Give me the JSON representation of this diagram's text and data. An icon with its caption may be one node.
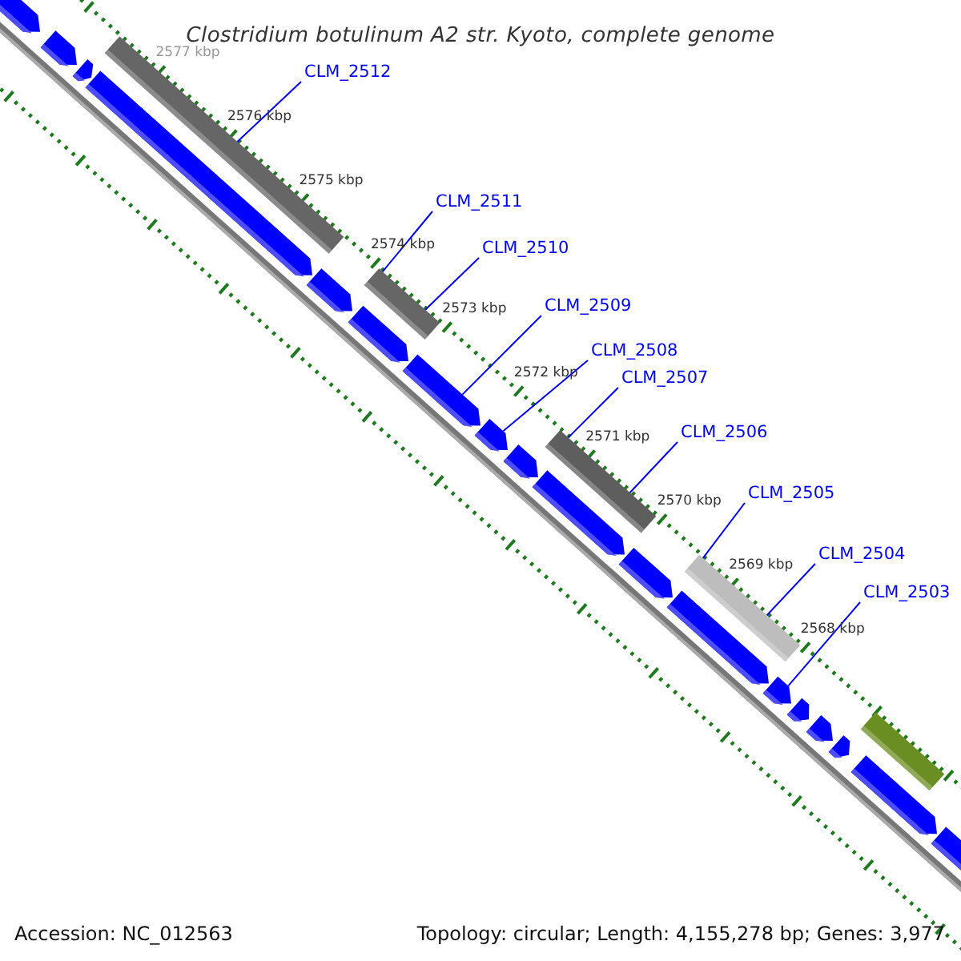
{
  "diagram": {
    "title": "Clostridium botulinum A2 str. Kyoto, complete genome",
    "nodes": [
      {
        "text": [
          "CLM_2512"
        ]
      },
      {
        "text": [
          "CLM_2511"
        ]
      },
      {
        "text": [
          "CLM_2510"
        ]
      },
      {
        "text": [
          "CLM_2509"
        ]
      },
      {
        "text": [
          "CLM_2508"
        ]
      },
      {
        "text": [
          "CLM_2507"
        ]
      },
      {
        "text": [
          "CLM_2506"
        ]
      },
      {
        "text": [
          "CLM_2505"
        ]
      },
      {
        "text": [
          "CLM_2504"
        ]
      },
      {
        "text": [
          "CLM_2503"
        ]
      },
      {
        "text": [],
        "shape": "arrow"
      },
      {
        "text": [],
        "shape": "arrow"
      },
      {
        "text": [],
        "shape": "arrow"
      },
      {
        "text": [],
        "shape": "bar"
      },
      {
        "text": [],
        "shape": "arrow"
      },
      {
        "text": [],
        "shape": "arrow"
      },
      {
        "text": [],
        "shape": "bar"
      },
      {
        "text": [],
        "shape": "arrow"
      },
      {
        "text": [],
        "shape": "arrow"
      },
      {
        "text": [],
        "shape": "arrow"
      },
      {
        "text": [],
        "shape": "arrow"
      },
      {
        "text": [],
        "shape": "bar"
      },
      {
        "text": [],
        "shape": "arrow"
      },
      {
        "text": [],
        "shape": "arrow"
      },
      {
        "text": [],
        "shape": "bar"
      },
      {
        "text": [],
        "shape": "arrow"
      },
      {
        "text": [],
        "shape": "arrow"
      },
      {
        "text": [],
        "shape": "arrow"
      },
      {
        "text": [],
        "shape": "arrow"
      },
      {
        "text": [],
        "shape": "arrow"
      },
      {
        "text": [],
        "shape": "bar"
      },
      {
        "text": [],
        "shape": "arrow"
      },
      {
        "text": [],
        "shape": "arrow"
      }
    ],
    "edges": [
      {
        "from": 0,
        "to": 13,
        "arrow": "none"
      },
      {
        "from": 1,
        "to": 16,
        "arrow": "none"
      },
      {
        "from": 2,
        "to": 16,
        "arrow": "none"
      },
      {
        "from": 3,
        "to": 18,
        "arrow": "none"
      },
      {
        "from": 4,
        "to": 19,
        "arrow": "none"
      },
      {
        "from": 5,
        "to": 21,
        "arrow": "none"
      },
      {
        "from": 6,
        "to": 21,
        "arrow": "none"
      },
      {
        "from": 7,
        "to": 24,
        "arrow": "none"
      },
      {
        "from": 8,
        "to": 24,
        "arrow": "none"
      },
      {
        "from": 9,
        "to": 26,
        "arrow": "none"
      }
    ],
    "labels": [
      "2577 kbp",
      "2576 kbp",
      "2575 kbp",
      "2574 kbp",
      "2573 kbp",
      "2572 kbp",
      "2571 kbp",
      "2570 kbp",
      "2569 kbp",
      "2568 kbp",
      "Accession: NC_012563",
      "Topology: circular; Length: 4,155,278 bp; Genes: 3,977"
    ]
  }
}
